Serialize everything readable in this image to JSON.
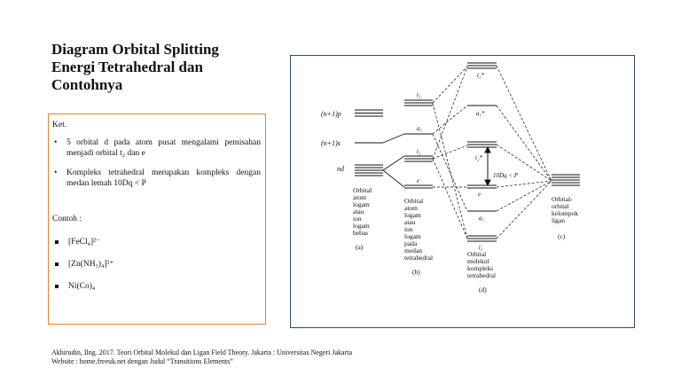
{
  "slide": {
    "title_line1": "Diagram Orbital Splitting",
    "title_line2": "Energi Tetrahedral dan",
    "title_line3": "Contohnya"
  },
  "notes": {
    "ket_label": "Ket.",
    "bullet1": "5 orbital d pada atom pusat mengalami pemisahan menjadi orbital t₂ dan e",
    "bullet2": "Kompleks tetrahedral merupakan kompleks dengan medan lemah 10Dq < P",
    "contoh_label": "Contoh :",
    "examples": [
      "[FeCl₄]²⁻",
      "[Zn(NH₃)₄]²⁺",
      "Ni(Co)₄"
    ]
  },
  "diagram": {
    "left_labels": [
      "(n+1)p",
      "(n+1)s",
      "nd"
    ],
    "col_a_text": [
      "Orbital",
      "atom",
      "logam",
      "atau",
      "ion",
      "logam",
      "bebas"
    ],
    "col_a_letter": "(a)",
    "col_b_text": [
      "Orbital",
      "atom",
      "logam",
      "atau",
      "ion",
      "logam",
      "pada",
      "medan",
      "tetrahedral"
    ],
    "col_b_letter": "(b)",
    "col_d_text": [
      "Orbital",
      "molekul",
      "kompleks",
      "tetrahedral"
    ],
    "col_d_letter": "(d)",
    "col_c_text": [
      "Orbital-",
      "orbital",
      "kelompok",
      "ligan"
    ],
    "col_c_letter": "(c)",
    "b_levels": [
      "t₂",
      "a₁",
      "t₂",
      "e"
    ],
    "d_levels": [
      "t₂*",
      "a₁*",
      "t₂*",
      "e",
      "a₁",
      "t₂"
    ],
    "gap_label": "10Dq < P"
  },
  "reference": {
    "line1": "Akhirudin, Ilng. 2017. Teori Orbital Molekul dan Ligan Field Theory. Jakarta : Universitas Negeri Jakarta",
    "line2": "Website : home.freeuk.net dengan Judul “Transitions Elements”"
  }
}
